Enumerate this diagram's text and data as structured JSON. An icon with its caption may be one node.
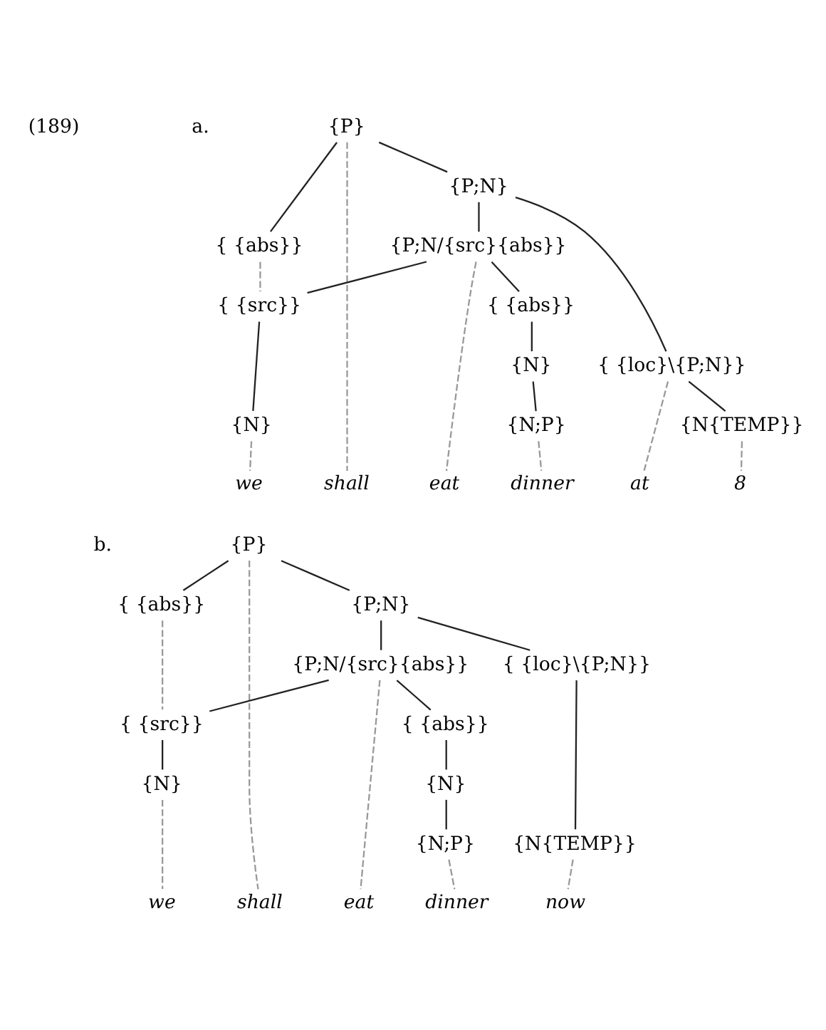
{
  "diagram": {
    "nodes": [
      {
        "text": [
          "{P}"
        ]
      },
      {
        "text": [
          "{ {abs}}"
        ]
      },
      {
        "text": [
          "{P;N}"
        ]
      },
      {
        "text": [
          "{P;N/{src}{abs}}"
        ]
      },
      {
        "text": [
          "{ {loc}\\{P;N}}"
        ]
      },
      {
        "text": [
          "{ {src}}"
        ]
      },
      {
        "text": [
          "{ {abs}}"
        ]
      },
      {
        "text": [
          "{N{TEMP}}"
        ]
      },
      {
        "text": [
          "{N}"
        ]
      },
      {
        "text": [
          "{N}"
        ]
      },
      {
        "text": [
          "{N;P}"
        ]
      },
      {
        "text": [
          "we"
        ]
      },
      {
        "text": [
          "shall"
        ]
      },
      {
        "text": [
          "eat"
        ]
      },
      {
        "text": [
          "dinner"
        ]
      },
      {
        "text": [
          "at"
        ]
      },
      {
        "text": [
          "8"
        ]
      },
      {
        "text": [
          "{P}"
        ]
      },
      {
        "text": [
          "{ {abs}}"
        ]
      },
      {
        "text": [
          "{P;N}"
        ]
      },
      {
        "text": [
          "{P;N/{src}{abs}}"
        ]
      },
      {
        "text": [
          "{ {loc}\\{P;N}}"
        ]
      },
      {
        "text": [
          "{ {src}}"
        ]
      },
      {
        "text": [
          "{ {abs}}"
        ]
      },
      {
        "text": [
          "{N{TEMP}}"
        ]
      },
      {
        "text": [
          "{N}"
        ]
      },
      {
        "text": [
          "{N}"
        ]
      },
      {
        "text": [
          "{N;P}"
        ]
      },
      {
        "text": [
          "we"
        ]
      },
      {
        "text": [
          "shall"
        ]
      },
      {
        "text": [
          "eat"
        ]
      },
      {
        "text": [
          "dinner"
        ]
      },
      {
        "text": [
          "now"
        ]
      }
    ],
    "edges": [
      {
        "from": 0,
        "to": 1,
        "arrow": "none"
      },
      {
        "from": 0,
        "to": 12,
        "arrow": "none",
        "style": "dashed",
        "color": "#999999"
      },
      {
        "from": 0,
        "to": 2,
        "arrow": "none"
      },
      {
        "from": 1,
        "to": 5,
        "arrow": "none",
        "style": "dashed",
        "color": "#999999"
      },
      {
        "from": 2,
        "to": 3,
        "arrow": "none"
      },
      {
        "from": 2,
        "to": 4,
        "arrow": "none"
      },
      {
        "from": 3,
        "to": 5,
        "arrow": "none"
      },
      {
        "from": 3,
        "to": 13,
        "arrow": "none",
        "style": "dashed",
        "color": "#999999"
      },
      {
        "from": 3,
        "to": 6,
        "arrow": "none"
      },
      {
        "from": 4,
        "to": 15,
        "arrow": "none",
        "style": "dashed",
        "color": "#999999"
      },
      {
        "from": 4,
        "to": 7,
        "arrow": "none"
      },
      {
        "from": 5,
        "to": 8,
        "arrow": "none"
      },
      {
        "from": 6,
        "to": 9,
        "arrow": "none"
      },
      {
        "from": 7,
        "to": 16,
        "arrow": "none",
        "style": "dashed",
        "color": "#999999"
      },
      {
        "from": 8,
        "to": 11,
        "arrow": "none",
        "style": "dashed",
        "color": "#999999"
      },
      {
        "from": 9,
        "to": 10,
        "arrow": "none"
      },
      {
        "from": 10,
        "to": 14,
        "arrow": "none",
        "style": "dashed",
        "color": "#999999"
      },
      {
        "from": 17,
        "to": 18,
        "arrow": "none"
      },
      {
        "from": 17,
        "to": 29,
        "arrow": "none",
        "style": "dashed",
        "color": "#999999"
      },
      {
        "from": 17,
        "to": 19,
        "arrow": "none"
      },
      {
        "from": 18,
        "to": 22,
        "arrow": "none",
        "style": "dashed",
        "color": "#999999"
      },
      {
        "from": 19,
        "to": 20,
        "arrow": "none"
      },
      {
        "from": 19,
        "to": 21,
        "arrow": "none"
      },
      {
        "from": 20,
        "to": 22,
        "arrow": "none"
      },
      {
        "from": 20,
        "to": 30,
        "arrow": "none",
        "style": "dashed",
        "color": "#999999"
      },
      {
        "from": 20,
        "to": 23,
        "arrow": "none"
      },
      {
        "from": 21,
        "to": 24,
        "arrow": "none"
      },
      {
        "from": 22,
        "to": 25,
        "arrow": "none"
      },
      {
        "from": 23,
        "to": 26,
        "arrow": "none"
      },
      {
        "from": 24,
        "to": 32,
        "arrow": "none",
        "style": "dashed",
        "color": "#999999"
      },
      {
        "from": 25,
        "to": 28,
        "arrow": "none",
        "style": "dashed",
        "color": "#999999"
      },
      {
        "from": 26,
        "to": 27,
        "arrow": "none"
      },
      {
        "from": 27,
        "to": 31,
        "arrow": "none",
        "style": "dashed",
        "color": "#999999"
      }
    ],
    "labels": [
      "(189)",
      "a.",
      "b."
    ]
  }
}
